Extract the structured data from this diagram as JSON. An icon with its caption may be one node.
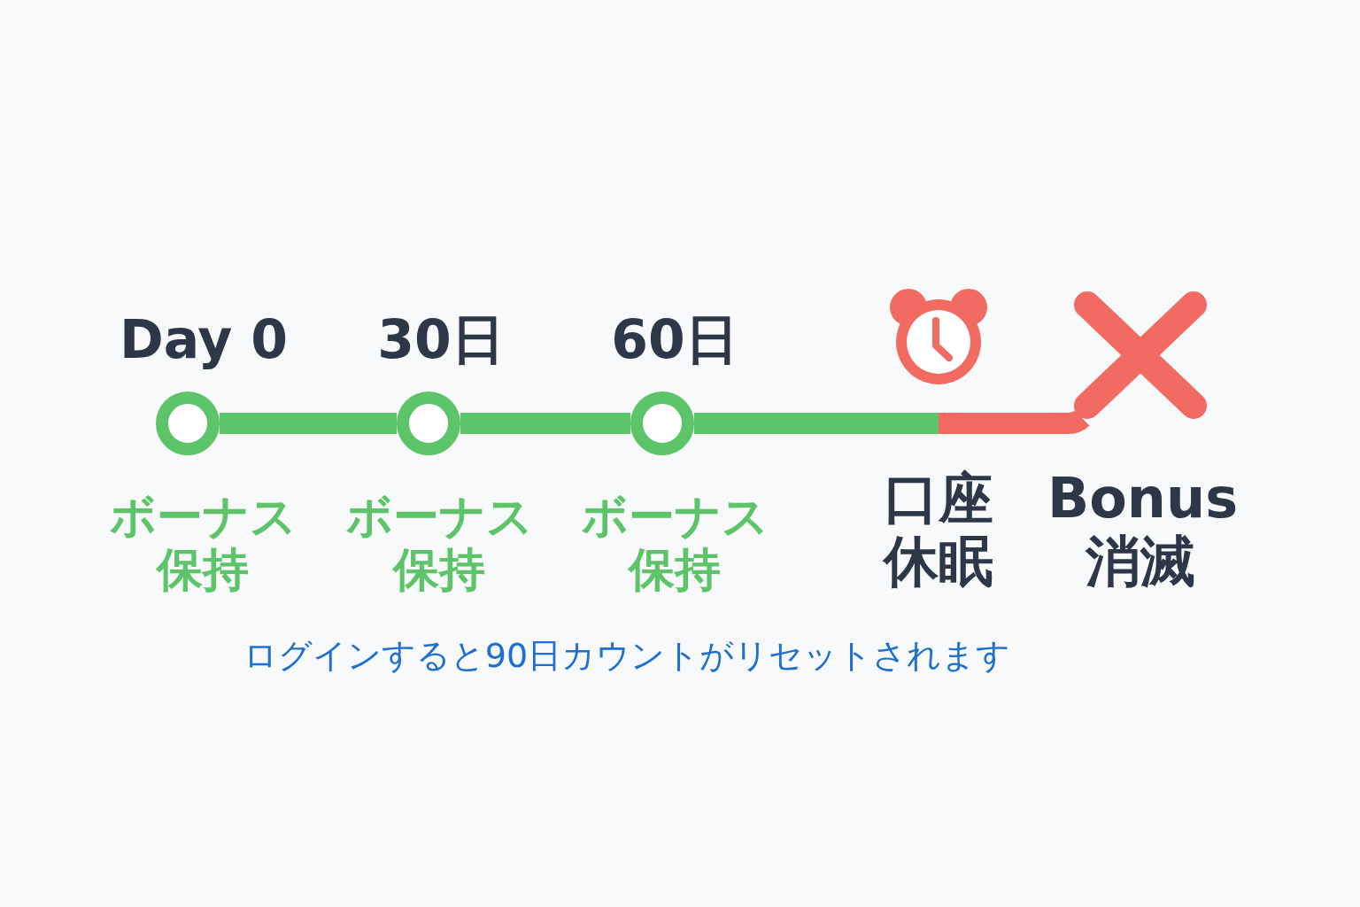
{
  "diagram": {
    "nodes": [
      {
        "text": [],
        "shape": "circle",
        "beside": [
          "Day 0",
          "ボーナス保持"
        ]
      },
      {
        "text": [],
        "shape": "circle",
        "beside": [
          "30日",
          "ボーナス保持"
        ]
      },
      {
        "text": [],
        "shape": "circle",
        "beside": [
          "60日",
          "ボーナス保持"
        ]
      },
      {
        "text": [],
        "shape": "picture",
        "beside": [
          "口座休眠"
        ]
      },
      {
        "text": [],
        "shape": "picture",
        "beside": [
          "Bonus消滅"
        ]
      }
    ],
    "edges": [
      {
        "from": 0,
        "to": 1,
        "arrow": "none"
      },
      {
        "from": 1,
        "to": 2,
        "arrow": "none"
      },
      {
        "from": 2,
        "to": 3,
        "arrow": "none"
      },
      {
        "from": 3,
        "to": 4,
        "arrow": "none",
        "color": "#f26b63"
      }
    ],
    "labels": [
      "ログインすると90日カウントがリセットされます"
    ]
  }
}
